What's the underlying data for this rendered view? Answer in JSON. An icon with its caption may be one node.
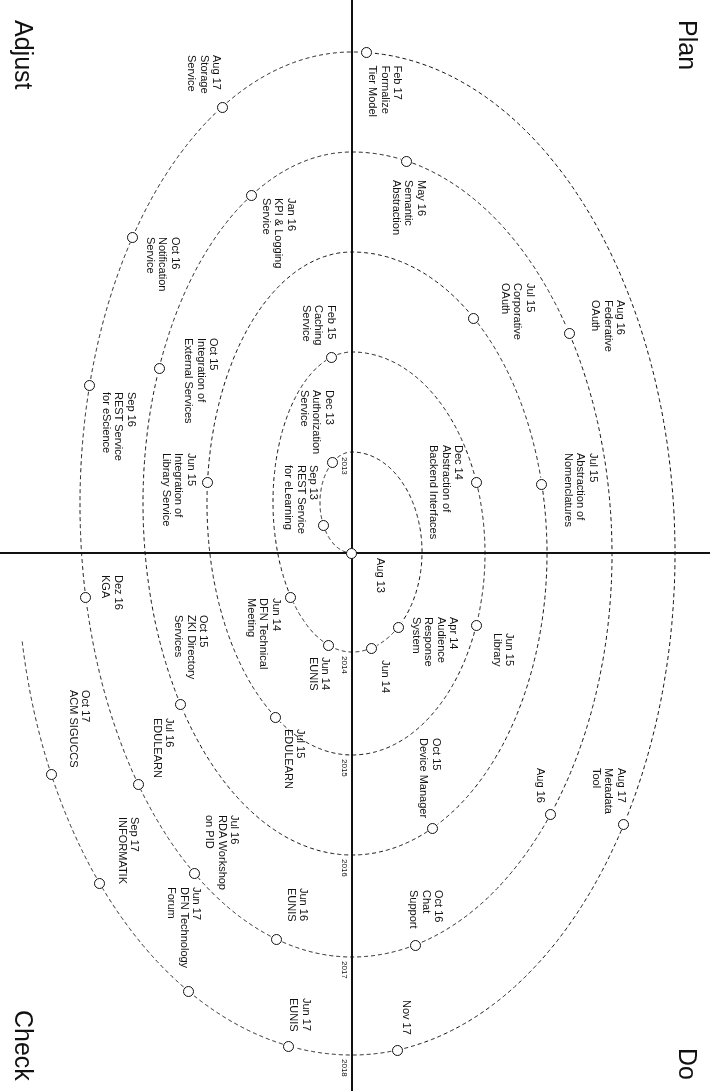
{
  "diagram": {
    "nodes": [
      {
        "text": [],
        "shape": "circle",
        "beside": [
          "Aug 13"
        ]
      },
      {
        "text": [],
        "shape": "circle",
        "beside": [
          "Sep 13",
          "REST Service for eLearning"
        ]
      },
      {
        "text": [],
        "shape": "circle",
        "beside": [
          "Dec 13",
          "Authorization Service"
        ]
      },
      {
        "text": [],
        "shape": "circle",
        "beside": [
          "Apr 14",
          "Audience Response System"
        ]
      },
      {
        "text": [],
        "shape": "circle",
        "beside": [
          "Jun 14"
        ]
      },
      {
        "text": [],
        "shape": "circle",
        "beside": [
          "Jun 14",
          "EUNIS"
        ]
      },
      {
        "text": [],
        "shape": "circle",
        "beside": [
          "Jun 14",
          "DFN Technical Meeting"
        ]
      },
      {
        "text": [],
        "shape": "circle",
        "beside": [
          "Feb 15",
          "Caching Service"
        ]
      },
      {
        "text": [],
        "shape": "circle",
        "beside": [
          "Dec 14",
          "Abstraction of Backend Interfaces"
        ]
      },
      {
        "text": [],
        "shape": "circle",
        "beside": [
          "Jun 15",
          "Library"
        ]
      },
      {
        "text": [],
        "shape": "circle",
        "beside": [
          "Jul 15",
          "EDULEARN"
        ]
      },
      {
        "text": [],
        "shape": "circle",
        "beside": [
          "Jun 15",
          "Integration of Library Service"
        ]
      },
      {
        "text": [],
        "shape": "circle",
        "beside": [
          "Jul 15",
          "Corporative OAuth"
        ]
      },
      {
        "text": [],
        "shape": "circle",
        "beside": [
          "Jul 15",
          "Abstraction of Nomenclatures"
        ]
      },
      {
        "text": [],
        "shape": "circle",
        "beside": [
          "Oct 15",
          "Device Manager"
        ]
      },
      {
        "text": [],
        "shape": "circle",
        "beside": [
          "Oct 15",
          "ZKI Directory Services"
        ]
      },
      {
        "text": [],
        "shape": "circle",
        "beside": [
          "Oct 15",
          "Integration of External Services"
        ]
      },
      {
        "text": [],
        "shape": "circle",
        "beside": [
          "Jan 16",
          "KPI & Logging Service"
        ]
      },
      {
        "text": [],
        "shape": "circle",
        "beside": [
          "May 16",
          "Semantic Abstraction"
        ]
      },
      {
        "text": [],
        "shape": "circle",
        "beside": [
          "Aug 16",
          "Federative OAuth"
        ]
      },
      {
        "text": [],
        "shape": "circle",
        "beside": [
          "Aug 16"
        ]
      },
      {
        "text": [],
        "shape": "circle",
        "beside": [
          "Oct 16",
          "Chat Support"
        ]
      },
      {
        "text": [],
        "shape": "circle",
        "beside": [
          "Jun 16",
          "EUNIS"
        ]
      },
      {
        "text": [],
        "shape": "circle",
        "beside": [
          "Jul 16",
          "RDA Workshop on PID"
        ]
      },
      {
        "text": [],
        "shape": "circle",
        "beside": [
          "Jul 16",
          "EDULEARN"
        ]
      },
      {
        "text": [],
        "shape": "circle",
        "beside": [
          "Dez 16",
          "KGA"
        ]
      },
      {
        "text": [],
        "shape": "circle",
        "beside": [
          "Sep 16",
          "REST Service for eScience"
        ]
      },
      {
        "text": [],
        "shape": "circle",
        "beside": [
          "Oct 16",
          "Notification Service"
        ]
      },
      {
        "text": [],
        "shape": "circle",
        "beside": [
          "Aug 17",
          "Storage Service"
        ]
      },
      {
        "text": [],
        "shape": "circle",
        "beside": [
          "Feb 17",
          "Formalize Tier Model"
        ]
      },
      {
        "text": [],
        "shape": "circle",
        "beside": [
          "Aug 17",
          "Metadata Tool"
        ]
      },
      {
        "text": [],
        "shape": "circle",
        "beside": [
          "Nov 17"
        ]
      },
      {
        "text": [],
        "shape": "circle",
        "beside": [
          "Jun 17",
          "EUNIS"
        ]
      },
      {
        "text": [],
        "shape": "circle",
        "beside": [
          "Jun 17",
          "DFN Technology Forum"
        ]
      },
      {
        "text": [],
        "shape": "circle",
        "beside": [
          "Sep 17",
          "INFORMATIK"
        ]
      },
      {
        "text": [],
        "shape": "circle",
        "beside": [
          "Oct 17",
          "ACM SIGUCCS"
        ]
      }
    ],
    "edges": [
      {
        "from": 0,
        "to": 1,
        "arrow": "none",
        "style": "dashed"
      },
      {
        "from": 1,
        "to": 2,
        "arrow": "none",
        "style": "dashed"
      },
      {
        "from": 2,
        "to": 3,
        "arrow": "none",
        "style": "dashed"
      },
      {
        "from": 3,
        "to": 4,
        "arrow": "none",
        "style": "dashed"
      },
      {
        "from": 4,
        "to": 5,
        "arrow": "none",
        "style": "dashed"
      },
      {
        "from": 5,
        "to": 6,
        "arrow": "none",
        "style": "dashed"
      },
      {
        "from": 6,
        "to": 7,
        "arrow": "none",
        "style": "dashed"
      },
      {
        "from": 7,
        "to": 8,
        "arrow": "none",
        "style": "dashed"
      },
      {
        "from": 8,
        "to": 9,
        "arrow": "none",
        "style": "dashed"
      },
      {
        "from": 9,
        "to": 10,
        "arrow": "none",
        "style": "dashed"
      },
      {
        "from": 10,
        "to": 11,
        "arrow": "none",
        "style": "dashed"
      },
      {
        "from": 11,
        "to": 12,
        "arrow": "none",
        "style": "dashed"
      },
      {
        "from": 12,
        "to": 13,
        "arrow": "none",
        "style": "dashed"
      },
      {
        "from": 13,
        "to": 14,
        "arrow": "none",
        "style": "dashed"
      },
      {
        "from": 14,
        "to": 15,
        "arrow": "none",
        "style": "dashed"
      },
      {
        "from": 15,
        "to": 16,
        "arrow": "none",
        "style": "dashed"
      },
      {
        "from": 16,
        "to": 17,
        "arrow": "none",
        "style": "dashed"
      },
      {
        "from": 17,
        "to": 18,
        "arrow": "none",
        "style": "dashed"
      },
      {
        "from": 18,
        "to": 19,
        "arrow": "none",
        "style": "dashed"
      },
      {
        "from": 19,
        "to": 20,
        "arrow": "none",
        "style": "dashed"
      },
      {
        "from": 20,
        "to": 21,
        "arrow": "none",
        "style": "dashed"
      },
      {
        "from": 21,
        "to": 22,
        "arrow": "none",
        "style": "dashed"
      },
      {
        "from": 22,
        "to": 23,
        "arrow": "none",
        "style": "dashed"
      },
      {
        "from": 23,
        "to": 24,
        "arrow": "none",
        "style": "dashed"
      },
      {
        "from": 24,
        "to": 25,
        "arrow": "none",
        "style": "dashed"
      },
      {
        "from": 25,
        "to": 26,
        "arrow": "none",
        "style": "dashed"
      },
      {
        "from": 26,
        "to": 27,
        "arrow": "none",
        "style": "dashed"
      },
      {
        "from": 27,
        "to": 28,
        "arrow": "none",
        "style": "dashed"
      },
      {
        "from": 28,
        "to": 29,
        "arrow": "none",
        "style": "dashed"
      },
      {
        "from": 29,
        "to": 30,
        "arrow": "none",
        "style": "dashed"
      },
      {
        "from": 30,
        "to": 31,
        "arrow": "none",
        "style": "dashed"
      },
      {
        "from": 31,
        "to": 32,
        "arrow": "none",
        "style": "dashed"
      },
      {
        "from": 32,
        "to": 33,
        "arrow": "none",
        "style": "dashed"
      },
      {
        "from": 33,
        "to": 34,
        "arrow": "none",
        "style": "dashed"
      },
      {
        "from": 34,
        "to": 35,
        "arrow": "none",
        "style": "dashed"
      },
      {
        "from": 35,
        "to": null,
        "arrow": "none",
        "style": "dashed"
      }
    ],
    "labels": [
      "Plan",
      "Do",
      "Adjust",
      "Check",
      "2013",
      "2014",
      "2015",
      "2016",
      "2017",
      "2018"
    ]
  }
}
